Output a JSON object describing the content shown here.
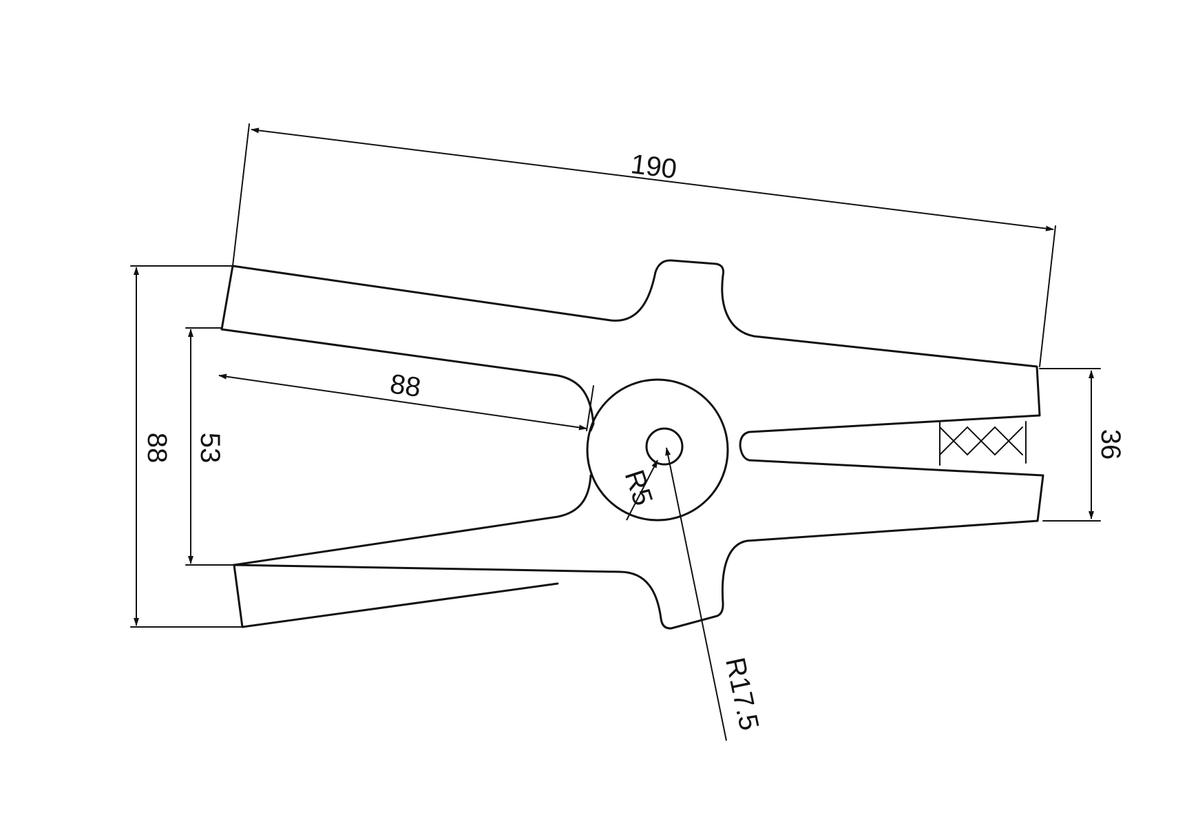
{
  "diagram": {
    "dimensions": {
      "overall_length": "190",
      "handle_outer_span": "88",
      "handle_inner_span": "53",
      "handle_inner_length": "88",
      "jaw_opening": "36",
      "pin_radius": "R5",
      "hub_radius": "R17.5"
    }
  }
}
